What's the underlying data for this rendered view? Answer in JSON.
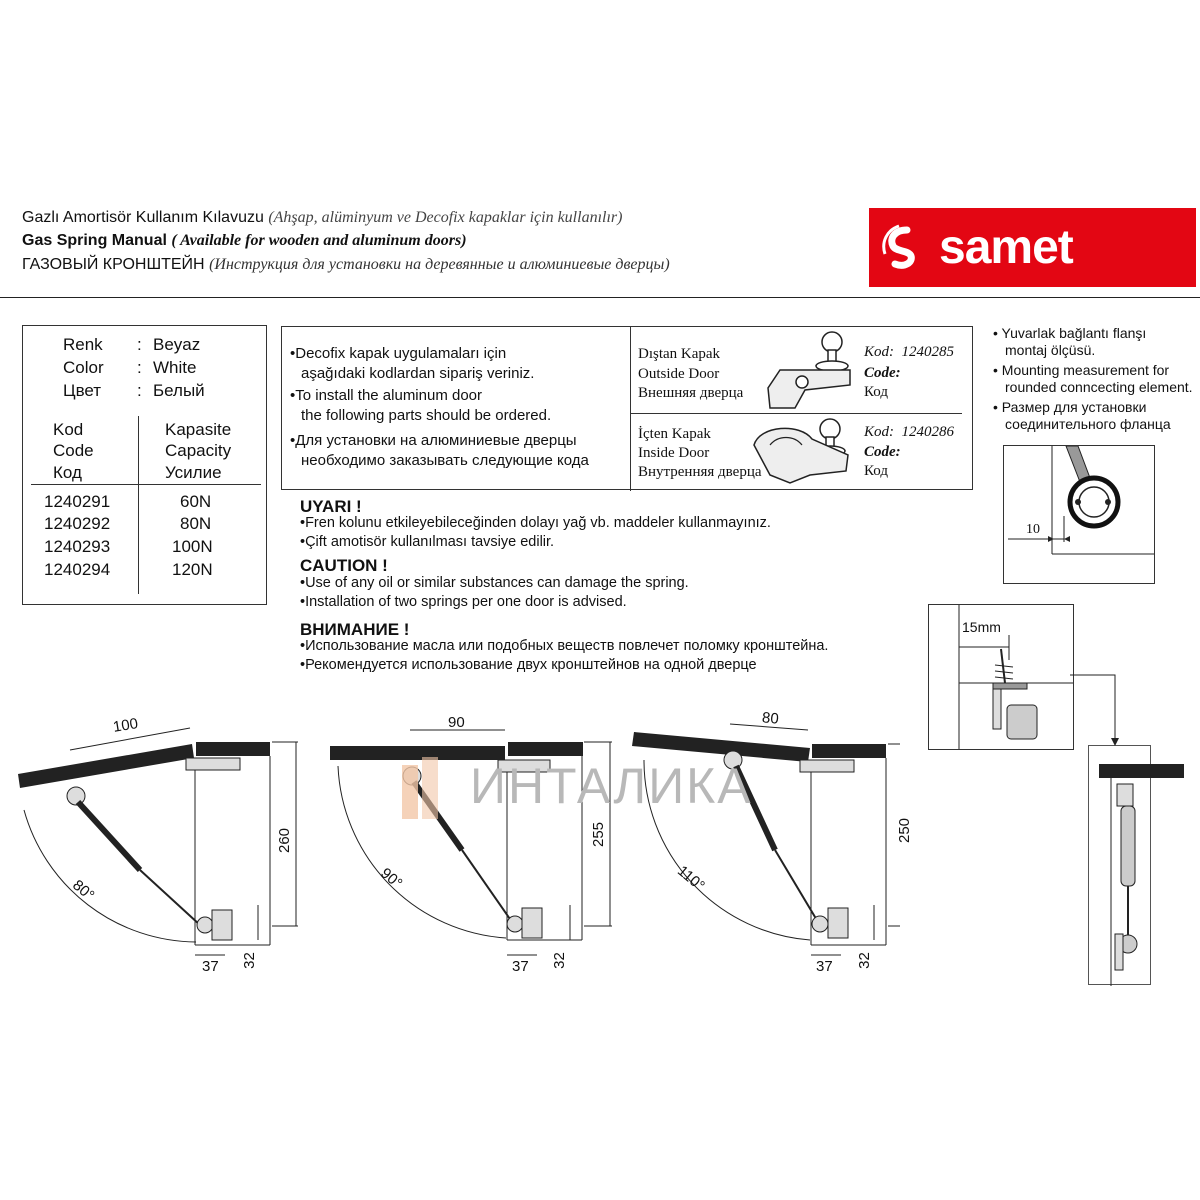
{
  "header": {
    "line1_main": "Gazlı Amortisör Kullanım Kılavuzu",
    "line1_note": "(Ahşap, alüminyum ve Decofix kapaklar için kullanılır)",
    "line2_main": "Gas Spring Manual",
    "line2_note": "( Available for wooden and aluminum doors)",
    "line3_main": "ГАЗОВЫЙ КРОНШТЕЙН",
    "line3_note": "(Инструкция для установки на деревянные и алюминиевые дверцы)"
  },
  "brand": {
    "logo_text": "samet",
    "color": "#e30613"
  },
  "spec": {
    "color_labels": [
      "Renk",
      "Color",
      "Цвет"
    ],
    "color_values": [
      "Beyaz",
      "White",
      "Белый"
    ],
    "separator": ":",
    "code_headers": [
      "Kod",
      "Code",
      "Код"
    ],
    "capacity_headers": [
      "Kapasite",
      "Capacity",
      "Усилие"
    ],
    "rows": [
      {
        "code": "1240291",
        "capacity": "60N"
      },
      {
        "code": "1240292",
        "capacity": "80N"
      },
      {
        "code": "1240293",
        "capacity": "100N"
      },
      {
        "code": "1240294",
        "capacity": "120N"
      }
    ]
  },
  "decofix": {
    "lines": [
      "•Decofix kapak uygulamaları için",
      "aşağıdaki kodlardan sipariş veriniz.",
      "•To install the aluminum door",
      "the following parts should be ordered.",
      "•Для установки на алюминиевые дверцы",
      "необходимо заказывать следующие кода"
    ]
  },
  "parts": [
    {
      "names": [
        "Dıştan Kapak",
        "Outside Door",
        "Внешняя дверца"
      ],
      "code_labels": [
        "Kod:",
        "Code:",
        "Код"
      ],
      "code": "1240285"
    },
    {
      "names": [
        "İçten Kapak",
        "Inside Door",
        "Внутренняя дверца"
      ],
      "code_labels": [
        "Kod:",
        "Code:",
        "Код"
      ],
      "code": "1240286"
    }
  ],
  "flange": {
    "lines": [
      "• Yuvarlak bağlantı flanşı",
      "montaj ölçüsü.",
      "• Mounting measurement for",
      "rounded conncecting element.",
      "• Размер для установки",
      "соединительного фланца"
    ],
    "dimension": "10"
  },
  "warnings": [
    {
      "title": "UYARI !",
      "items": [
        "•Fren kolunu etkileyebileceğinden dolayı yağ vb. maddeler kullanmayınız.",
        "•Çift amotisör kullanılması tavsiye edilir."
      ]
    },
    {
      "title": "CAUTION !",
      "items": [
        "•Use of any oil or similar substances can damage the spring.",
        "•Installation of two springs per one door is advised."
      ]
    },
    {
      "title": "ВНИМАНИЕ !",
      "items": [
        "•Использование масла или подобных веществ повлечет поломку кронштейна.",
        "•Рекомендуется использование двух кронштейнов на одной дверце"
      ]
    }
  ],
  "diagrams": [
    {
      "top": "100",
      "height": "260",
      "angle": "80°",
      "bottom": "37",
      "side": "32"
    },
    {
      "top": "90",
      "height": "255",
      "angle": "90°",
      "bottom": "37",
      "side": "32"
    },
    {
      "top": "80",
      "height": "250",
      "angle": "110°",
      "bottom": "37",
      "side": "32"
    }
  ],
  "mount": {
    "dimension": "15mm"
  },
  "watermark": "ИНТАЛИКА"
}
